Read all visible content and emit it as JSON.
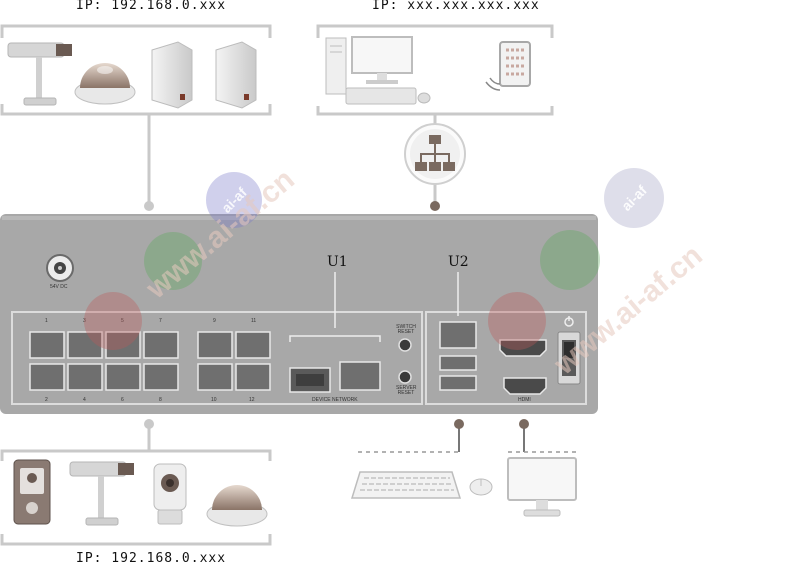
{
  "top_left_ip": "IP: 192.168.0.xxx",
  "top_right_ip": "IP: xxx.xxx.xxx.xxx",
  "bottom_ip": "IP: 192.168.0.xxx",
  "u1": "U1",
  "u2": "U2",
  "power_label": "54V DC",
  "switch_reset_label": "SWITCH RESET",
  "server_reset_label": "SERVER RESET",
  "device_network_label": "DEVICE NETWORK",
  "hdmi_label": "HDMI",
  "port_top_labels": [
    "1",
    "3",
    "5",
    "7",
    "9",
    "11"
  ],
  "port_bottom_labels": [
    "2",
    "4",
    "6",
    "8",
    "10",
    "12"
  ],
  "watermark_text": "www.ai-af.cn",
  "watermark_badge": "ai-af",
  "colors": {
    "chassis": "#a8a8a8",
    "bracket": "#c9c9c9",
    "port": "#6f6f6f"
  }
}
